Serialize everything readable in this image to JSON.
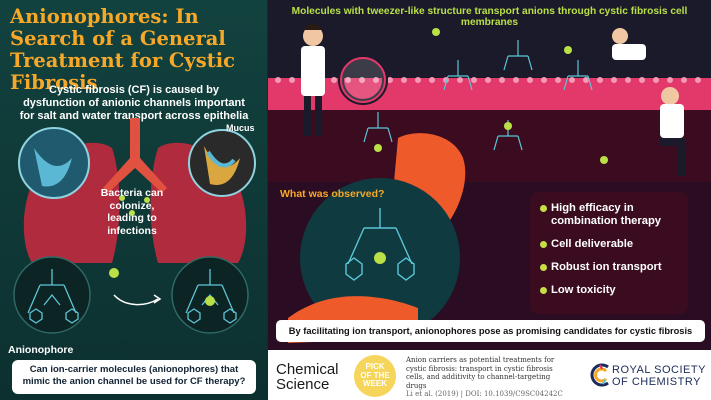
{
  "left": {
    "title": "Anionophores: In Search of a General Treatment for Cystic Fibrosis",
    "intro": "Cystic fibrosis (CF) is caused by dysfunction of anionic channels important for salt and water transport across epithelia",
    "mucus_label": "Mucus",
    "bacteria_text": "Bacteria can colonize, leading to infections",
    "anionophore_label": "Anionophore",
    "question": "Can ion-carrier molecules (anionophores) that mimic the anion channel be used for CF therapy?"
  },
  "right": {
    "top_caption": "Molecules with tweezer-like structure transport anions through cystic fibrosis cell membranes",
    "observed_heading": "What was observed?",
    "results": [
      "High efficacy in combination therapy",
      "Cell deliverable",
      "Robust ion transport",
      "Low toxicity"
    ],
    "conclusion": "By facilitating ion transport, anionophores pose as promising candidates for cystic fibrosis therapy"
  },
  "footer": {
    "journal_line1": "Chemical",
    "journal_line2": "Science",
    "pick_line1": "PICK",
    "pick_line2": "OF THE",
    "pick_line3": "WEEK",
    "ref_title": "Anion carriers as potential treatments for cystic fibrosis: transport in cystic fibrosis cells, and additivity to channel-targeting drugs",
    "ref_authors": "Li et al. (2019)",
    "ref_doi": "DOI: 10.1039/C9SC04242C",
    "rsc_line1": "ROYAL SOCIETY",
    "rsc_line2": "OF CHEMISTRY"
  },
  "colors": {
    "title_orange": "#f7a828",
    "accent_green": "#b9e046",
    "left_bg": "#12423f",
    "membrane_pink": "#e2386a",
    "results_bg": "#3b0c1f"
  }
}
